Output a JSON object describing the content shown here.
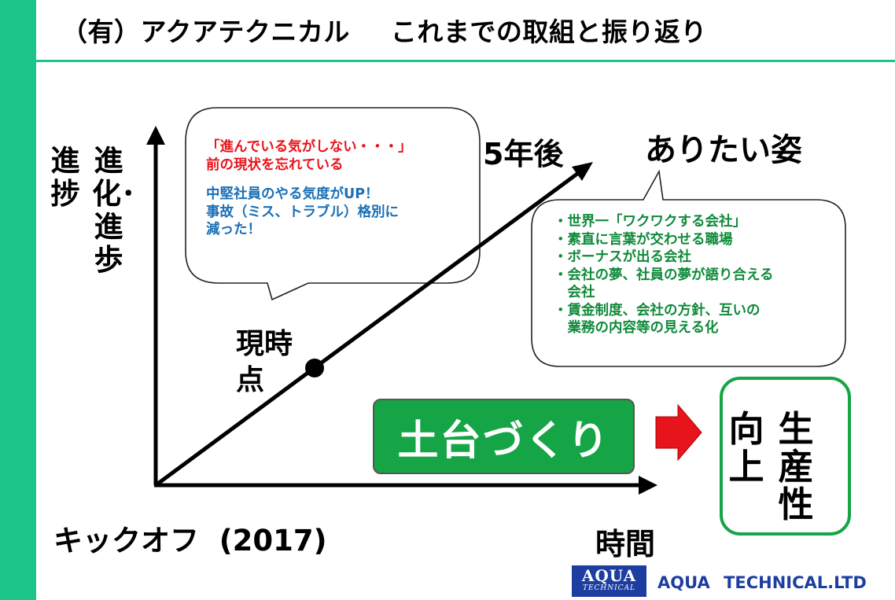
{
  "title": {
    "company": "（有）アクアテクニカル",
    "subject": "これまでの取組と振り返り"
  },
  "axes": {
    "y_label_outer": "進捗",
    "y_label_inner": "進化･進歩",
    "x_label": "時間",
    "start_label": "キックオフ",
    "start_year": "(2017)"
  },
  "milestones": {
    "current": "現時点",
    "goal_time": "5年後",
    "goal_title": "ありたい姿"
  },
  "past_bubble": {
    "red_lines": [
      "「進んでいる気がしない・・・」",
      "前の現状を忘れている"
    ],
    "blue_lines": [
      "中堅社員のやる気度がUP！",
      "事故（ミス、トラブル）格別に",
      "減った！"
    ]
  },
  "goal_bubble": {
    "lines": [
      "・世界一「ワクワクする会社」",
      "・素直に言葉が交わせる職場",
      "・ボーナスが出る会社",
      "・会社の夢、社員の夢が語り合える",
      "　会社",
      "・賃金制度、会社の方針、互いの",
      "　業務の内容等の見える化"
    ]
  },
  "foundation_label": "土台づくり",
  "result": {
    "left_col": "向上",
    "right_col": "生産性"
  },
  "footer": {
    "logo_main": "AQUA",
    "logo_sub": "TECHNICAL",
    "company": "AQUA TECHNICAL.LTD"
  },
  "colors": {
    "accent_green": "#1cc68a",
    "box_green": "#16a546",
    "red_text": "#e8141b",
    "blue_text": "#1a6fb6",
    "green_text": "#0f8a3a",
    "arrow_red": "#e8141b",
    "logo_blue": "#1d3ea0"
  }
}
